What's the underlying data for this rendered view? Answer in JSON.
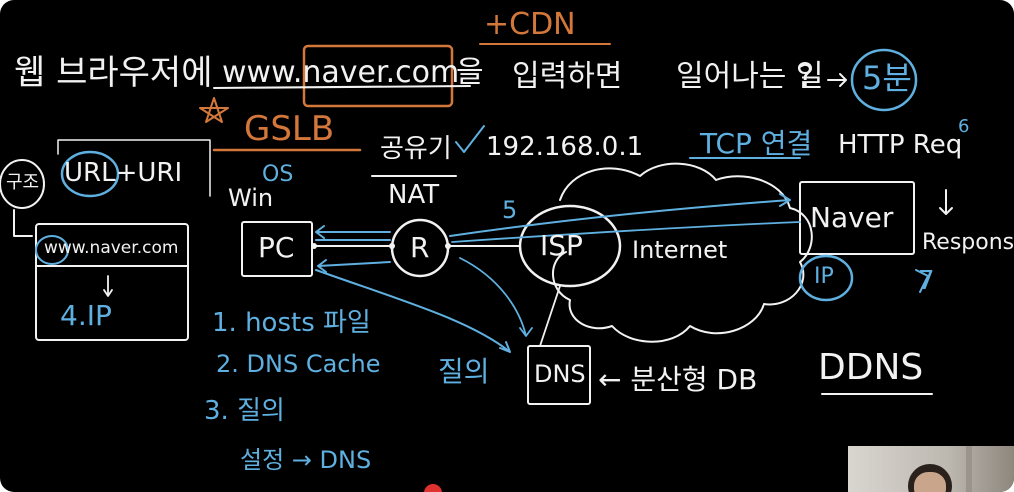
{
  "colors": {
    "white": "#f2f2f2",
    "blue": "#5fb0e0",
    "orange": "#d4773a",
    "background": "#000000"
  },
  "header": {
    "line_start": "웹 브라우저에",
    "url_text": "www.naver.com",
    "url_particle": "을",
    "typed": "입력하면",
    "happens": "일어나는 일",
    "duration": "5분",
    "cdn": "+CDN"
  },
  "gslb": "GSLB",
  "left": {
    "bracket_label": "구조",
    "url_uri": "URL+URI",
    "os": "OS",
    "win": "Win",
    "browser_url": "www.naver.com",
    "ip_step": "4.IP"
  },
  "nodes": {
    "pc": "PC",
    "router": "R",
    "isp": "ISP",
    "internet": "Internet",
    "dns": "DNS",
    "naver": "Naver",
    "ip": "IP"
  },
  "router_labels": {
    "sharer": "공유기",
    "nat": "NAT",
    "address": "192.168.0.1",
    "hop": "5"
  },
  "right": {
    "tcp": "TCP 연결",
    "http_req": "HTTP Req",
    "req_number": "6",
    "response": "Response",
    "resp_number": "7"
  },
  "steps": [
    "1. hosts 파일",
    "2. DNS Cache",
    "3. 질의",
    "설정 → DNS"
  ],
  "dns_side": {
    "query": "질의",
    "distributed": "← 분산형 DB",
    "ddns": "DDNS"
  }
}
